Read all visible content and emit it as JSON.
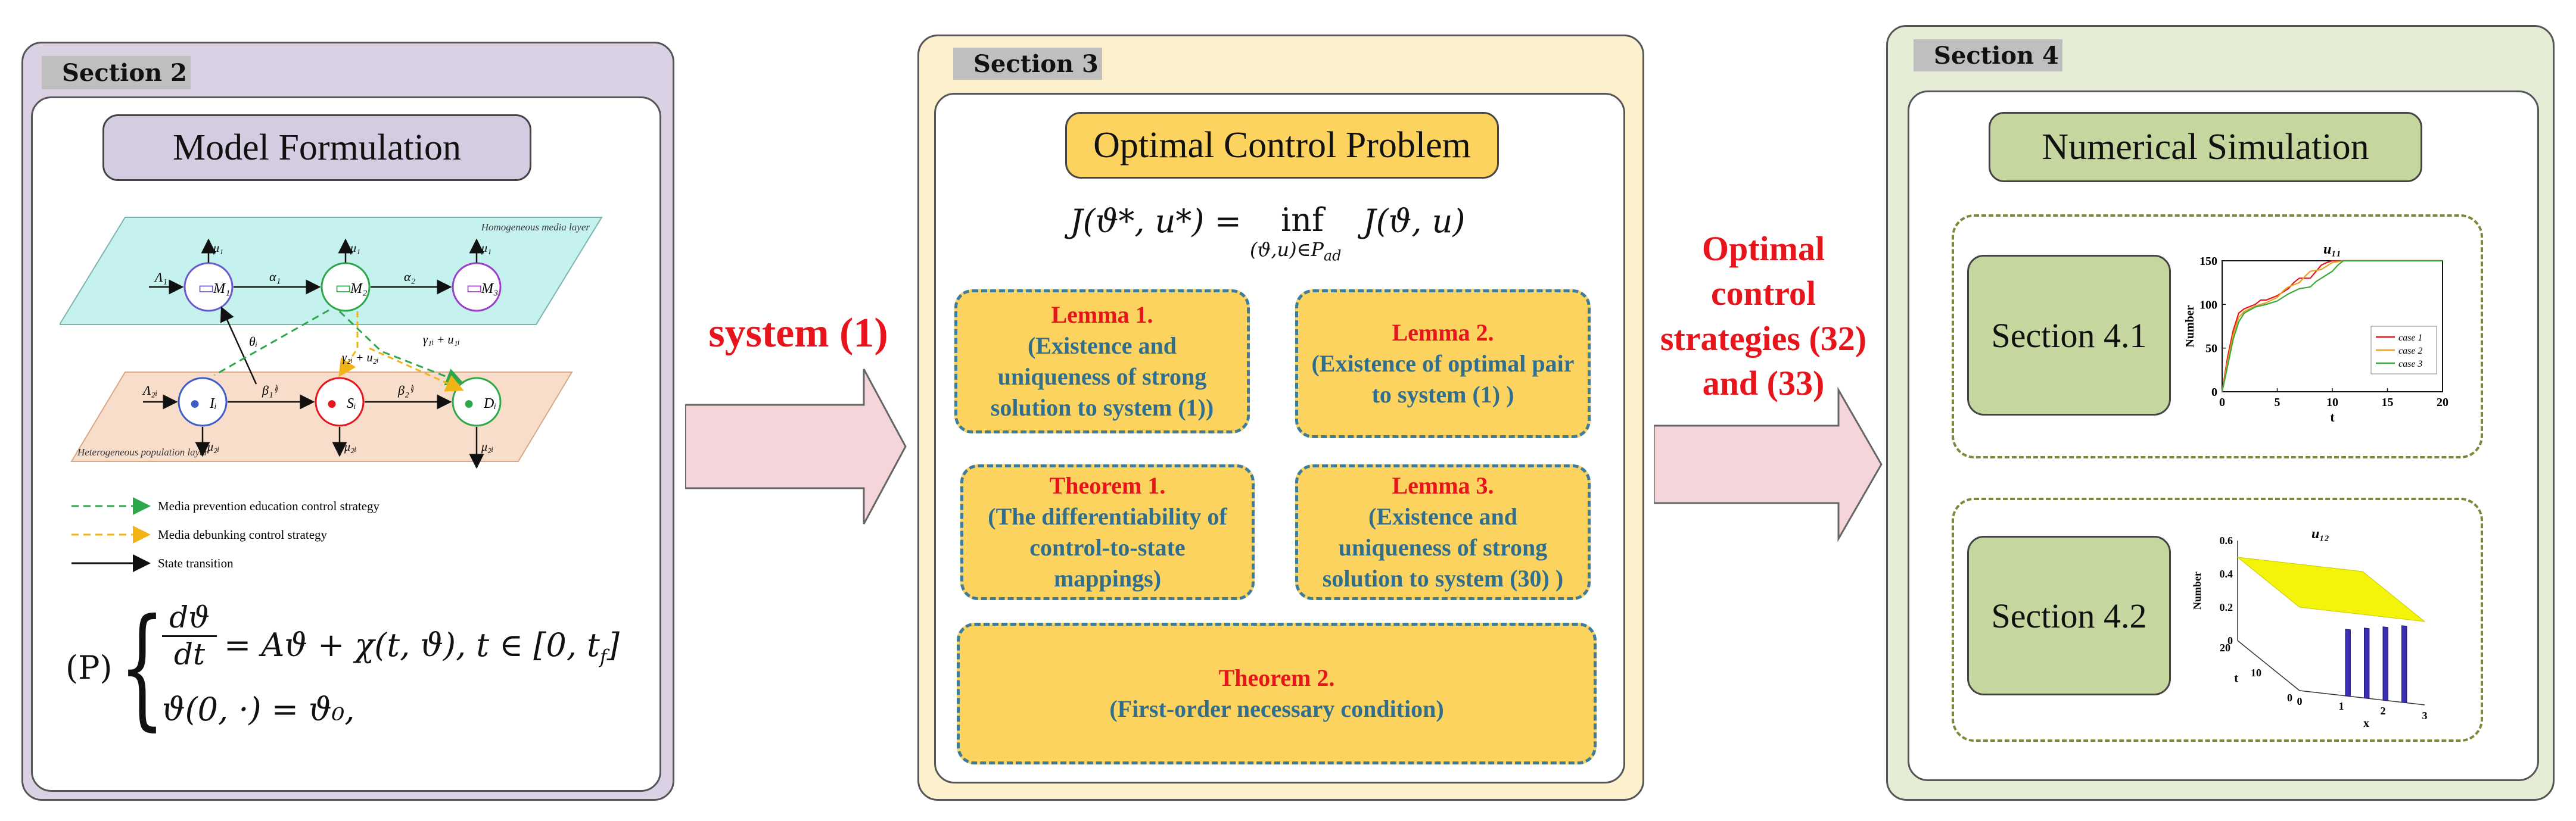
{
  "section2": {
    "tag": "Section 2",
    "title": "Model Formulation",
    "diagram": {
      "media_layer_label": "Homogeneous media layer",
      "population_layer_label": "Heterogeneous population layer",
      "nodes": {
        "m1": "M₁",
        "m2": "M₂",
        "m3": "M₃",
        "ii": "Iᵢ",
        "si": "Sᵢ",
        "di": "Dᵢ"
      },
      "params": {
        "lambda1": "Λ₁",
        "lambda2i": "Λ₂ᵢ",
        "alpha1": "α₁",
        "alpha2": "α₂",
        "mu1": "μ₁",
        "mu2i": "μ₂ᵢ",
        "beta1": "β₁ⁱʲ",
        "beta2": "β₂ⁱʲ",
        "theta": "θᵢ",
        "gamma1": "γ₁ᵢ + u₁ᵢ",
        "gamma2": "γ₂ᵢ + u₂ᵢ"
      },
      "legend": [
        {
          "label": "Media prevention education control strategy",
          "color": "#2ea84a",
          "dashed": true
        },
        {
          "label": "Media debunking control strategy",
          "color": "#f2b316",
          "dashed": true
        },
        {
          "label": "State transition",
          "color": "#111111",
          "dashed": false
        }
      ]
    },
    "formula_p": "(P)",
    "formula_line1_lhs": "dϑ / dt = Aϑ + χ(t, ϑ),  t ∈ [0, t_f]",
    "formula_num": "dϑ",
    "formula_den": "dt",
    "formula_rhs": "= Aϑ + χ(t, ϑ),  t ∈ [0, t",
    "formula_sub_f": "f",
    "formula_close": "]",
    "formula_line2": "ϑ(0, ·) = ϑ₀,"
  },
  "arrow1_label": "system (1)",
  "section3": {
    "tag": "Section 3",
    "title": "Optimal Control Problem",
    "objective_lhs": "J(ϑ*, u*) =",
    "objective_inf": "inf",
    "objective_sub": "(ϑ,u)∈P",
    "objective_sub2": "ad",
    "objective_rhs": "J(ϑ, u)",
    "boxes": [
      {
        "heading": "Lemma 1.",
        "lines": [
          "(Existence and",
          "uniqueness of strong",
          "solution to system (1))"
        ]
      },
      {
        "heading": "Lemma 2.",
        "lines": [
          "(Existence of optimal pair",
          "to system (1) )"
        ]
      },
      {
        "heading": "Theorem 1.",
        "lines": [
          "(The differentiability of",
          "control-to-state",
          "mappings)"
        ]
      },
      {
        "heading": "Lemma 3.",
        "lines": [
          "(Existence and",
          "uniqueness of strong",
          "solution to system (30) )"
        ]
      },
      {
        "heading": "Theorem 2.",
        "lines": [
          "(First-order necessary condition)"
        ]
      }
    ]
  },
  "arrow2_label_lines": [
    "Optimal",
    "control",
    "strategies (32)",
    "and (33)"
  ],
  "section4": {
    "tag": "Section 4",
    "title": "Numerical Simulation",
    "sub1": "Section  4.1",
    "sub2": "Section 4.2",
    "colors": {
      "accent": "#c5d79e",
      "dash": "#7a8a3a"
    }
  },
  "chart_data": [
    {
      "type": "line",
      "title": "u₁₁",
      "xlabel": "t",
      "ylabel": "Number",
      "xlim": [
        0,
        20
      ],
      "ylim": [
        0,
        150
      ],
      "xticks": [
        "0",
        "5",
        "10",
        "15",
        "20"
      ],
      "yticks": [
        "0",
        "50",
        "100",
        "150"
      ],
      "legend_position": "right",
      "series": [
        {
          "name": "case 1",
          "color": "#e8141c",
          "x": [
            0,
            0.5,
            1,
            1.5,
            2,
            3,
            3.5,
            4,
            5,
            6,
            6.5,
            7,
            8,
            9,
            9.5,
            10,
            11,
            12,
            14,
            16,
            18,
            20
          ],
          "y": [
            0,
            40,
            70,
            90,
            95,
            100,
            105,
            105,
            110,
            118,
            125,
            130,
            130,
            145,
            148,
            150,
            150,
            150,
            150,
            150,
            150,
            150
          ]
        },
        {
          "name": "case 2",
          "color": "#e8a020",
          "x": [
            0,
            0.5,
            1,
            1.5,
            2,
            3,
            4,
            5,
            5.5,
            6,
            7,
            7.5,
            8,
            9,
            10,
            11,
            12,
            14,
            16,
            18,
            20
          ],
          "y": [
            0,
            35,
            65,
            85,
            92,
            98,
            102,
            108,
            115,
            120,
            125,
            132,
            138,
            140,
            148,
            150,
            150,
            150,
            150,
            150,
            150
          ]
        },
        {
          "name": "case 3",
          "color": "#3aa838",
          "x": [
            0,
            0.5,
            1,
            1.5,
            2,
            3,
            4,
            5,
            6,
            7,
            8,
            8.5,
            9,
            10,
            10.5,
            11,
            12,
            14,
            16,
            18,
            20
          ],
          "y": [
            0,
            30,
            60,
            80,
            90,
            97,
            100,
            104,
            112,
            118,
            120,
            126,
            130,
            138,
            145,
            150,
            150,
            150,
            150,
            150,
            150
          ]
        }
      ]
    },
    {
      "type": "surface",
      "title": "u₁₂",
      "xlabel": "x",
      "ylabel": "t",
      "zlabel": "Number",
      "xticks": [
        "0",
        "1",
        "2",
        "3"
      ],
      "yticks": [
        "0",
        "10",
        "20"
      ],
      "zticks": [
        "0",
        "0.2",
        "0.4",
        "0.6"
      ],
      "zlim": [
        0,
        0.6
      ],
      "plateau_level": 0.5,
      "bar_heights": [
        0.4,
        0.42,
        0.44,
        0.46
      ]
    }
  ]
}
